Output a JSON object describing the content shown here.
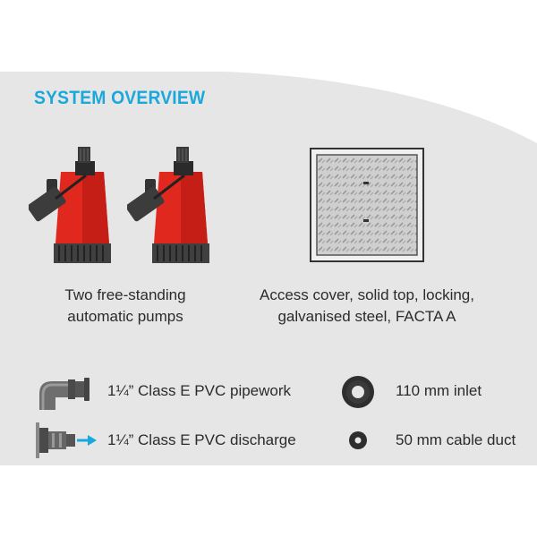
{
  "title": "SYSTEM OVERVIEW",
  "pumps": {
    "caption_line1": "Two free-standing",
    "caption_line2": "automatic pumps",
    "icon": "submersible-pump-icon"
  },
  "cover": {
    "caption_line1": "Access cover, solid top, locking,",
    "caption_line2": "galvanised steel, FACTA A",
    "icon": "checker-plate-cover-icon"
  },
  "legend": {
    "pipework_label": "1¼” Class E PVC pipework",
    "discharge_label": "1¼” Class E PVC discharge",
    "inlet_label": "110 mm inlet",
    "duct_label": "50 mm cable duct"
  },
  "colors": {
    "accent": "#1aa8dc",
    "pump_red": "#e0281e",
    "panel_bg": "#e6e6e6"
  }
}
